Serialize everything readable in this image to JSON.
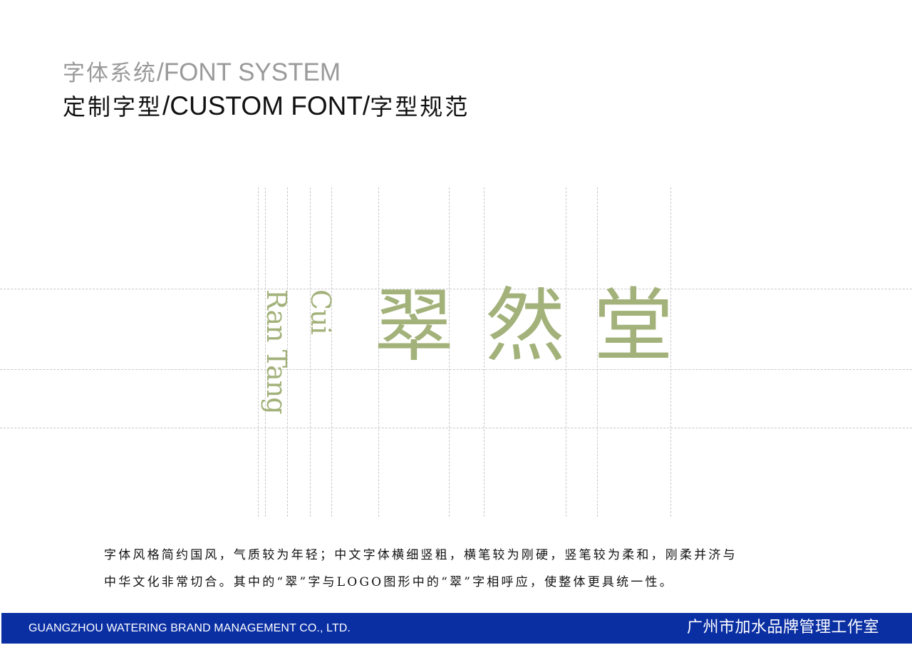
{
  "header": {
    "line1": {
      "cn": "字体系统",
      "en": "/FONT SYSTEM"
    },
    "line2": {
      "cn_prefix": "定制字型",
      "en": "/CUSTOM FONT/",
      "cn_suffix": "字型规范"
    }
  },
  "logotype": {
    "characters": [
      "翠",
      "然",
      "堂"
    ],
    "pinyin_cui": "Cui",
    "pinyin_rantang": "Ran Tang",
    "color": "#a3b27a"
  },
  "guides": {
    "vertical_x": [
      362,
      372,
      403,
      435,
      465,
      531,
      630,
      679,
      794,
      838,
      941
    ],
    "horizontal_y": [
      405,
      518,
      600
    ],
    "color": "#c8c8c8"
  },
  "description": {
    "lines": [
      "字体风格简约国风，气质较为年轻；中文字体横细竖粗，横笔较为刚硬，竖笔较为柔和，刚柔并济与",
      "中华文化非常切合。其中的“翠”字与LOGO图形中的“翠”字相呼应，使整体更具统一性。"
    ]
  },
  "footer": {
    "company_en": "GUANGZHOU WATERING BRAND MANAGEMENT CO., LTD.",
    "company_cn": "广州市加水品牌管理工作室",
    "background": "#0a2fa3"
  }
}
